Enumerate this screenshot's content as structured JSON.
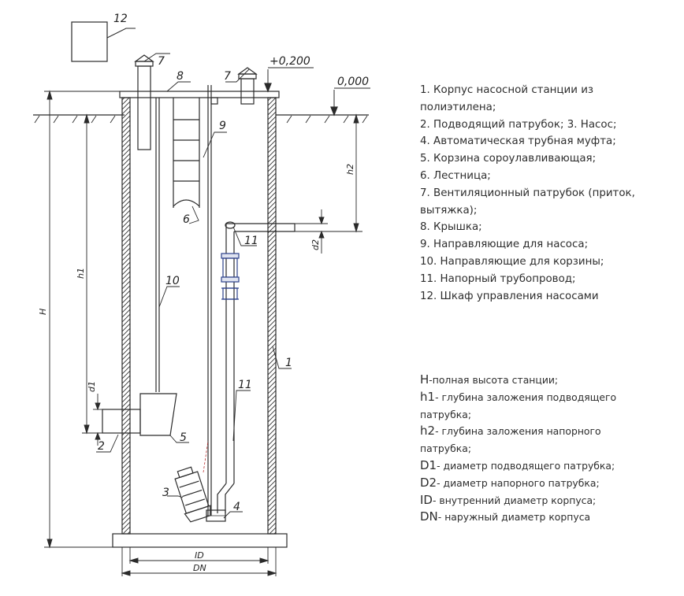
{
  "drawing": {
    "callouts": {
      "c1": "1",
      "c2": "2",
      "c3": "3",
      "c4": "4",
      "c5": "5",
      "c6": "6",
      "c7a": "7",
      "c7b": "7",
      "c8": "8",
      "c9": "9",
      "c10": "10",
      "c11a": "11",
      "c11b": "11",
      "c12": "12"
    },
    "elevations": {
      "top": "+0,200",
      "ground": "0,000"
    },
    "dimensions": {
      "H": "H",
      "h1": "h1",
      "h2": "h2",
      "d1": "d1",
      "d2": "d2",
      "ID": "ID",
      "DN": "DN"
    }
  },
  "legend_parts": [
    "1. Корпус насосной станции из",
    "полиэтилена;",
    "2. Подводящий патрубок; 3. Насос;",
    "4. Автоматическая трубная муфта;",
    "5. Корзина сороулавливающая;",
    "6. Лестница;",
    "7. Вентиляционный  патрубок (приток,",
    "вытяжка);",
    "8. Крышка;",
    "9. Направляющие для насоса;",
    "10. Направляющие для корзины;",
    "11. Напорный трубопровод;",
    "12. Шкаф управления насосами"
  ],
  "legend_dims": [
    {
      "sym": "H",
      "text": "-полная высота станции;"
    },
    {
      "sym": "h1",
      "text": "- глубина заложения подводящего"
    },
    {
      "sym": "",
      "text": "патрубка;"
    },
    {
      "sym": "h2",
      "text": "- глубина заложения напорного"
    },
    {
      "sym": "",
      "text": "патрубка;"
    },
    {
      "sym": "D1",
      "text": "- диаметр подводящего патрубка;"
    },
    {
      "sym": "D2",
      "text": "- диаметр напорного патрубка;"
    },
    {
      "sym": "ID",
      "text": "- внутренний диаметр корпуса;"
    },
    {
      "sym": "DN",
      "text": "- наружный диаметр корпуса"
    }
  ]
}
